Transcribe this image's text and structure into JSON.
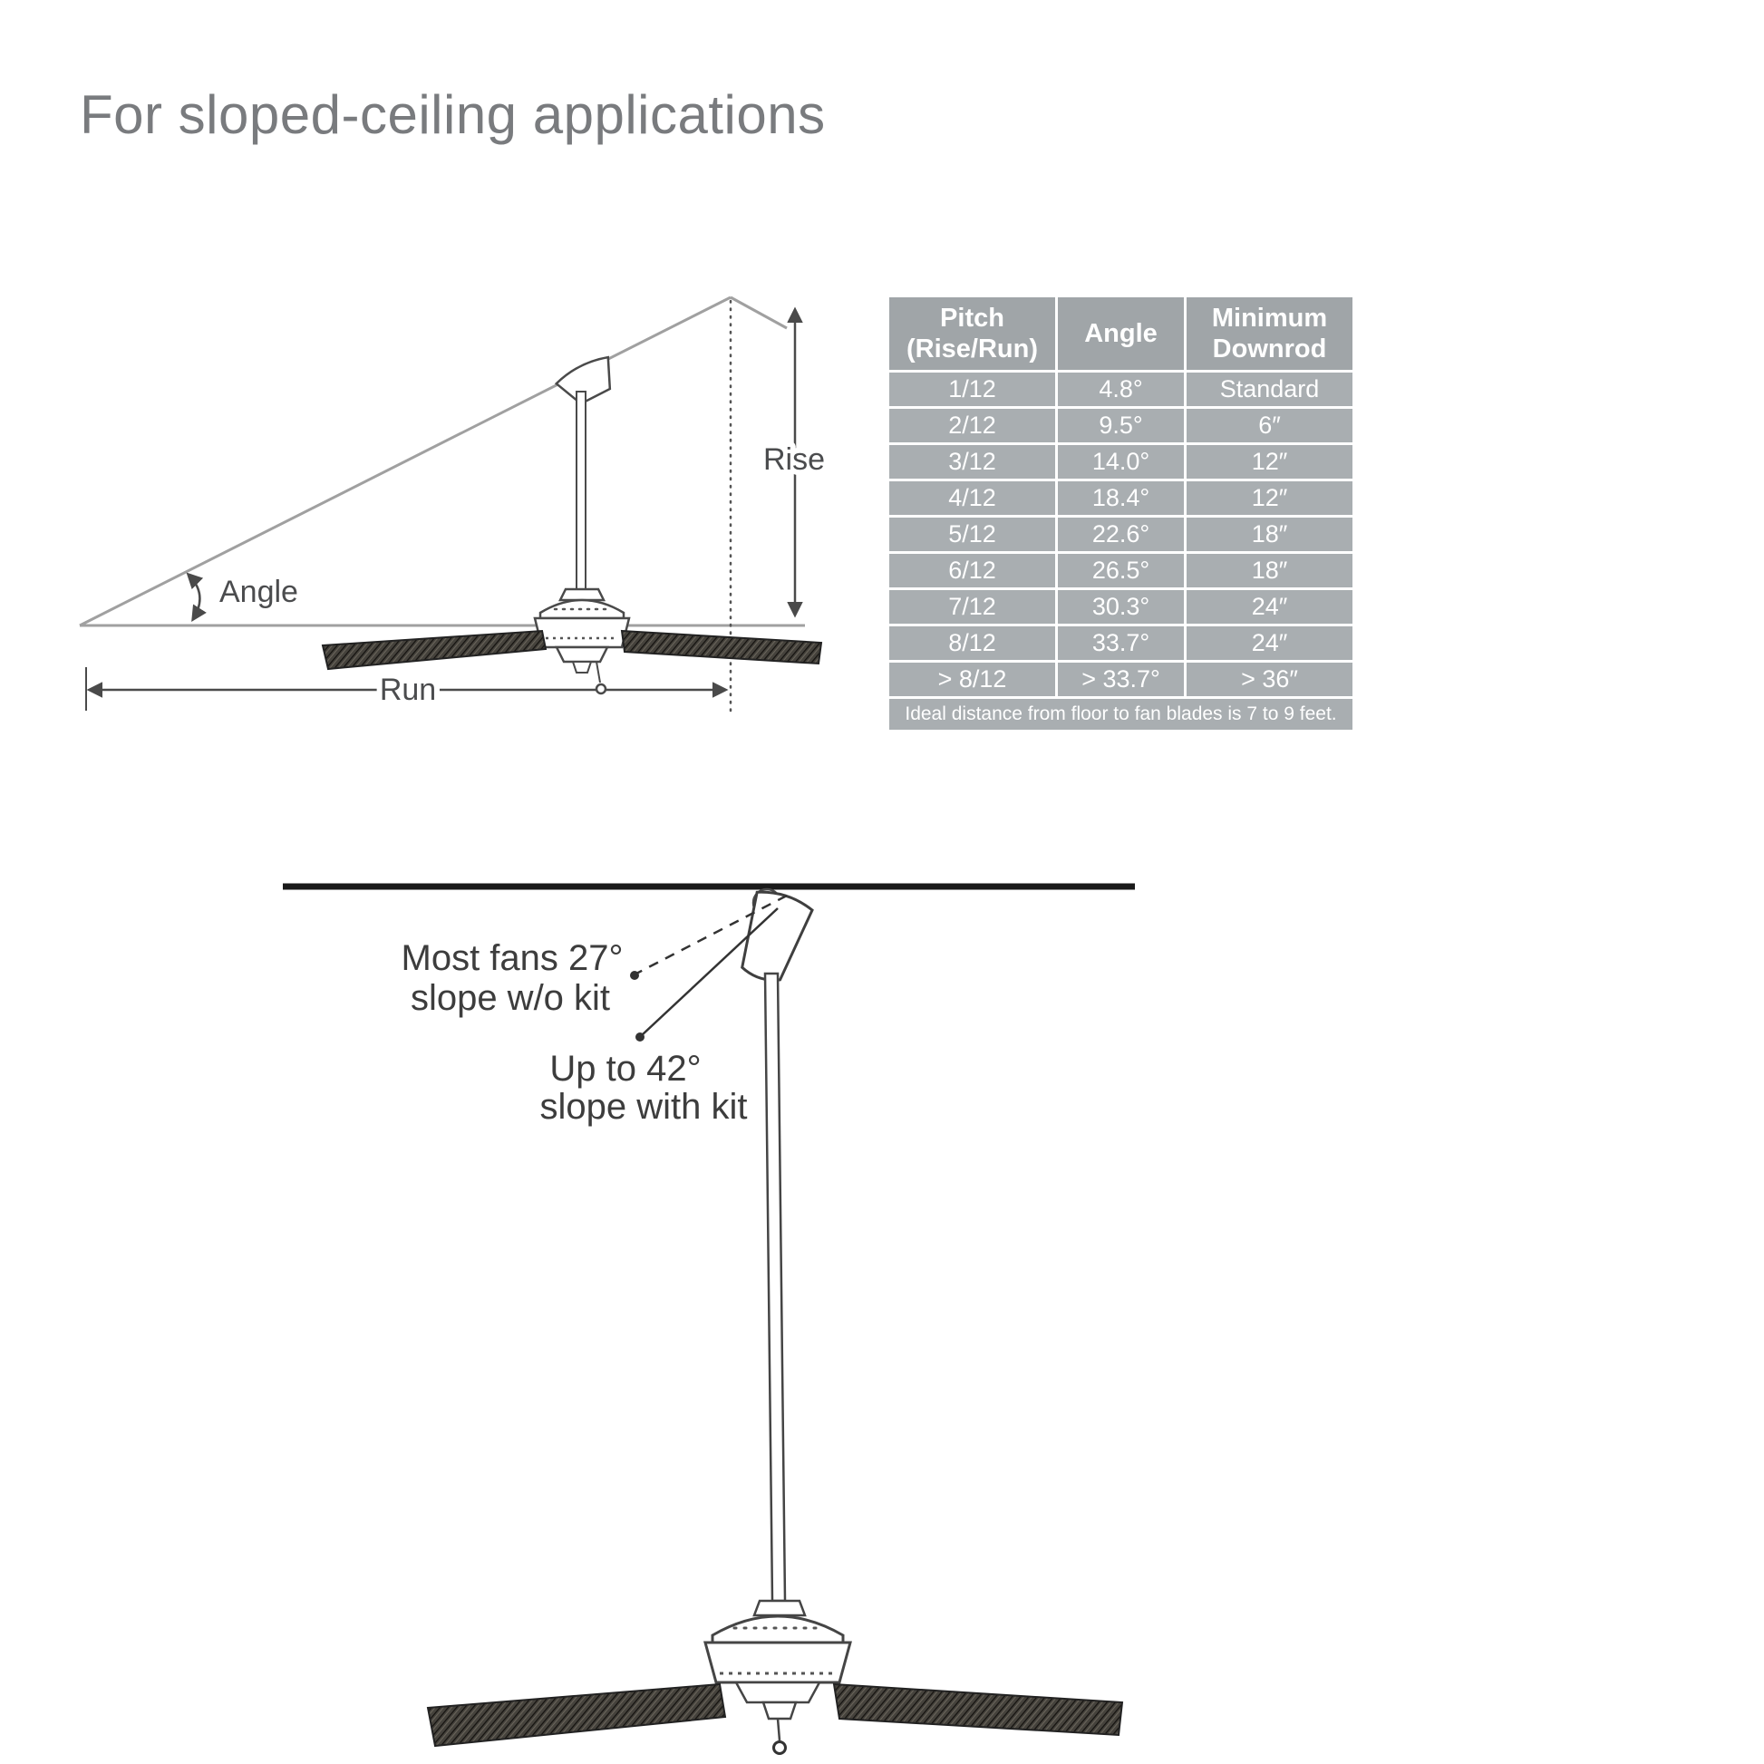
{
  "page": {
    "title": "For sloped-ceiling applications"
  },
  "top_diagram": {
    "rise_label": "Rise",
    "run_label": "Run",
    "angle_label": "Angle"
  },
  "table": {
    "headers": [
      "Pitch\n(Rise/Run)",
      "Angle",
      "Minimum\nDownrod"
    ],
    "rows": [
      [
        "1/12",
        "4.8°",
        "Standard"
      ],
      [
        "2/12",
        "9.5°",
        "6″"
      ],
      [
        "3/12",
        "14.0°",
        "12″"
      ],
      [
        "4/12",
        "18.4°",
        "12″"
      ],
      [
        "5/12",
        "22.6°",
        "18″"
      ],
      [
        "6/12",
        "26.5°",
        "18″"
      ],
      [
        "7/12",
        "30.3°",
        "24″"
      ],
      [
        "8/12",
        "33.7°",
        "24″"
      ],
      [
        "> 8/12",
        "> 33.7°",
        "> 36″"
      ]
    ],
    "footer": "Ideal distance from floor to fan blades is 7 to 9 feet."
  },
  "bottom_diagram": {
    "no_kit_line1": "Most fans 27°",
    "no_kit_line2": "slope w/o kit",
    "with_kit_line1": "Up to 42°",
    "with_kit_line2": "slope with kit"
  }
}
